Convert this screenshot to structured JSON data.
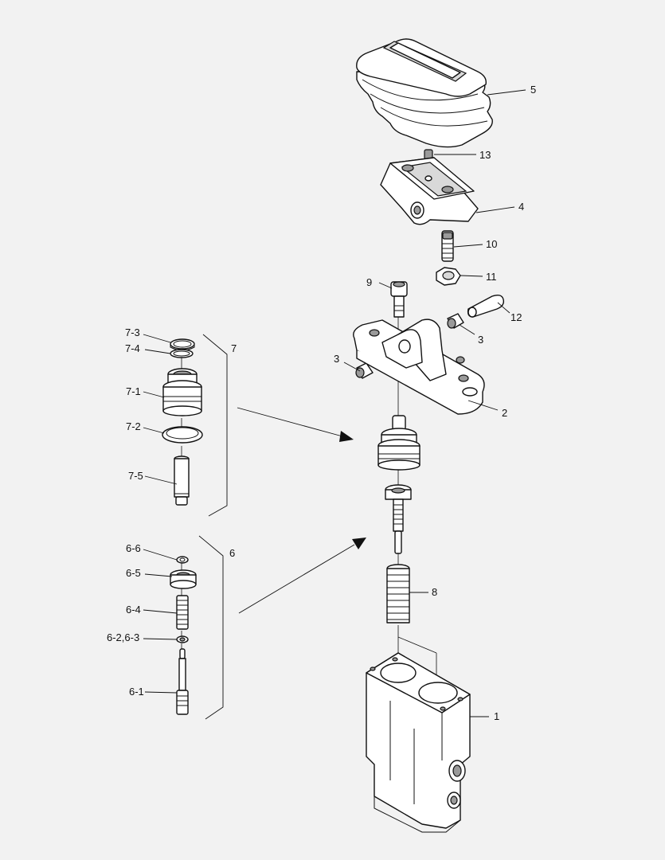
{
  "diagram": {
    "labels": {
      "l5": "5",
      "l13": "13",
      "l4": "4",
      "l10": "10",
      "l11": "11",
      "l9": "9",
      "l12": "12",
      "l3a": "3",
      "l3b": "3",
      "l2": "2",
      "l7": "7",
      "l7_3": "7-3",
      "l7_4": "7-4",
      "l7_1": "7-1",
      "l7_2": "7-2",
      "l7_5": "7-5",
      "l6": "6",
      "l6_6": "6-6",
      "l6_5": "6-5",
      "l6_4": "6-4",
      "l6_23": "6-2,6-3",
      "l6_1": "6-1",
      "l8": "8",
      "l1": "1"
    }
  },
  "colors": {
    "background": "#f2f2f2",
    "line": "#111111",
    "part_fill": "#ffffff",
    "shade": "#d9d9d9"
  }
}
